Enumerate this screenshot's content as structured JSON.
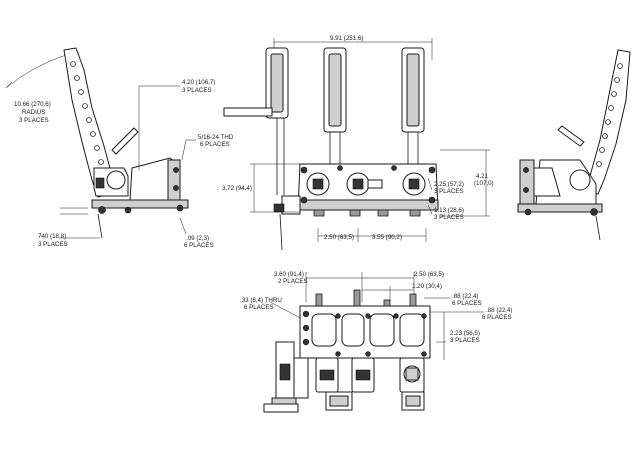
{
  "dimensions": {
    "top_width": "9.91 (251,6)",
    "pivot_offset": [
      "4.20 (106,7)",
      "3 PLACES"
    ],
    "radius": [
      "10.66 (270,6)",
      "RADIUS",
      "3 PLACES"
    ],
    "thread": [
      "5/16-24 THD",
      "6 PLACES"
    ],
    "mount_height": "3.72 (94,4)",
    "side_offset": [
      "2.25 (57,2)",
      "3 PLACES"
    ],
    "total_height": [
      "4.21",
      "(107,0)"
    ],
    "base_offset": [
      "1.13 (28,6)",
      "3 PLACES"
    ],
    "pedal_spacing_left": "2.50 (63,5)",
    "pedal_spacing_right": "3.55 (90,2)",
    "foot_height": [
      "740 (18,8)",
      "3 PLACES"
    ],
    "plate_thickness": [
      ".09 (2,3)",
      "6 PLACES"
    ],
    "plan_left": [
      "3.60 (91,4)",
      "2 PLACES"
    ],
    "plan_right": "2.50 (63,5)",
    "plan_inner": "1.20 (30,4)",
    "slot_holes": [
      ".33 (8,4) THRU",
      "6 PLACES"
    ],
    "edge_a": [
      ".88 (22,4)",
      "6 PLACES"
    ],
    "edge_b": [
      ".88 (22,4)",
      "6 PLACES"
    ],
    "hole_depth": [
      "2.23 (56,5)",
      "3 PLACES"
    ]
  }
}
